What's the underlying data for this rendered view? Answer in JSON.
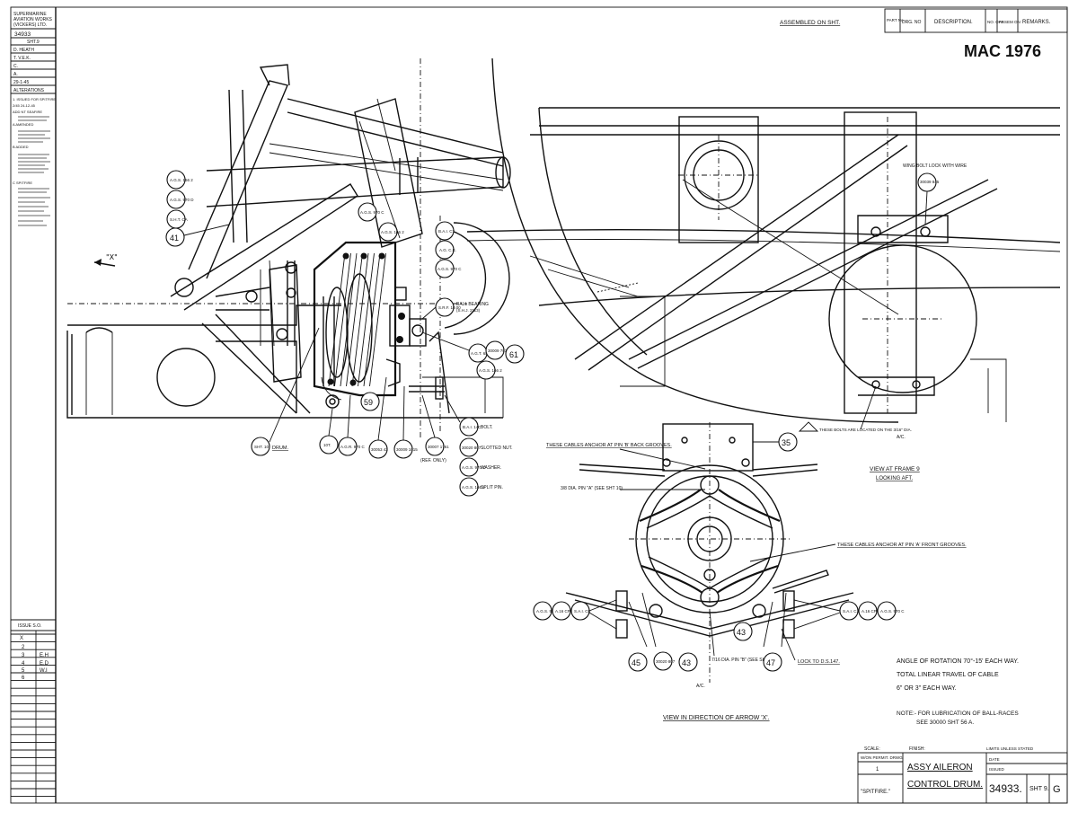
{
  "stamp": "MAC 1976",
  "assembled_note": "ASSEMBLED ON SHT.",
  "parts_header": {
    "part_no": "PART No.",
    "drg_no": "DRG. NO",
    "description": "DESCRIPTION.",
    "off": "NO. OFF",
    "assem_on": "ASSEM ON",
    "remarks": "REMARKS."
  },
  "left_column": {
    "title_lines": [
      "SUPERMARINE",
      "AVIATION WORKS",
      "(VICKERS) LTD."
    ],
    "drawing_no": "34933",
    "sheet": "SHT.9",
    "signatures": [
      "D. HEATH",
      "T. V.E.K.",
      "C.",
      "A.",
      "29-1-45"
    ],
    "alterations_label": "ALTERATIONS",
    "alteration_notes": [
      "1. ISSUED FOR SPITFIRE",
      "2/45 24-12-45",
      "ADD NT SEAFIRE",
      "A  AMENDED",
      "B  ADDED",
      "C  SPITFIRE"
    ],
    "issue_label": "ISSUE  S.O."
  },
  "callouts": {
    "balloon_numbers": [
      "41",
      "59",
      "61",
      "35",
      "45",
      "43",
      "43",
      "47"
    ],
    "upper_refs": [
      "A.G.S. 166 2",
      "A.G.S. 970 D",
      "S.H.T. CA",
      "A.G.S. 970 C",
      "A.G.S. 166 2",
      "B.A.I. C7",
      "A.G. C.E.",
      "A.G.S. 970 C",
      "S.R.F. 10.00"
    ],
    "ball_bearing": "BALL BEARING",
    "ball_bearing_sub": "(S.H.J. 2113)",
    "lower_refs": [
      "A.G.S. 166 2",
      "30009 793",
      "A.G.T. 68",
      "30053 43",
      "30009 1015",
      "30007 1761"
    ],
    "drum_ref": "SHT. 10",
    "drum_label": "DRUM.",
    "drum_ref2": "10T.",
    "drum_agr": "A.G.R. 970 C",
    "ref_only": "(REF. ONLY)",
    "fixings": [
      {
        "ref": "B.A.I. 14C",
        "label": "BOLT."
      },
      {
        "ref": "30020 807",
        "label": "SLOTTED NUT."
      },
      {
        "ref": "A.G.S. 970 C",
        "label": "WASHER."
      },
      {
        "ref": "A.G.S. 166 2",
        "label": "SPLIT PIN."
      }
    ],
    "view_arrow": "\"X\""
  },
  "right_view": {
    "wing_bolt": "WING BOLT LOCK WITH WIRE",
    "wing_bolt_ref": "30039 845",
    "frame_view": "VIEW AT FRAME 9",
    "frame_view_sub": "LOOKING AFT.",
    "these_bolts": "THESE BOLTS ARE LOCATED ON THE 3/16\" DIA.",
    "angle_note": "A/C."
  },
  "end_view": {
    "note_back": "THESE CABLES ANCHOR AT PIN 'B' BACK GROOVES.",
    "note_pin_a": "3/8 DIA. PIN \"A\" (SEE SHT 10)",
    "note_front": "THESE CABLES ANCHOR AT PIN 'A' FRONT GROOVES.",
    "pin_b": "7/16 DIA. PIN \"B\" (SEE SHT 10)",
    "left_refs": [
      "A.G.S. 970 C",
      "A.16 CP",
      "S.A.I. C8"
    ],
    "right_refs": [
      "S.A.I. C.8",
      "A.16 CP",
      "A.G.S. 970 C"
    ],
    "ref_30020": "30020 807",
    "lock_note": "LOCK TO D.S.147.",
    "caption": "VIEW IN DIRECTION OF ARROW 'X'.",
    "center_mark": "A/C."
  },
  "notes": {
    "rotation": "ANGLE OF ROTATION 70°-15' EACH WAY.",
    "travel": "TOTAL LINEAR TRAVEL OF CABLE",
    "travel2": "6\" OR 3\" EACH WAY.",
    "lubrication": "NOTE:- FOR LUBRICATION OF BALL-RACES",
    "lubrication2": "SEE 30000 SHT 56  A."
  },
  "title_block": {
    "scale": "SCALE:",
    "finish": "FINISH:",
    "limits": "LIMITS UNLESS STATED",
    "supersedes": "W/ON   PERMIT. DRWG.",
    "title_line1": "ASSY  AILERON",
    "title_line2": "CONTROL DRUM.",
    "date_label": "DATE",
    "issued_label": "ISSUED",
    "project": "\"SPITFIRE.\"",
    "drawing_no": "34933.",
    "sheet": "SHT 9.",
    "issue": "G",
    "count": "1"
  }
}
